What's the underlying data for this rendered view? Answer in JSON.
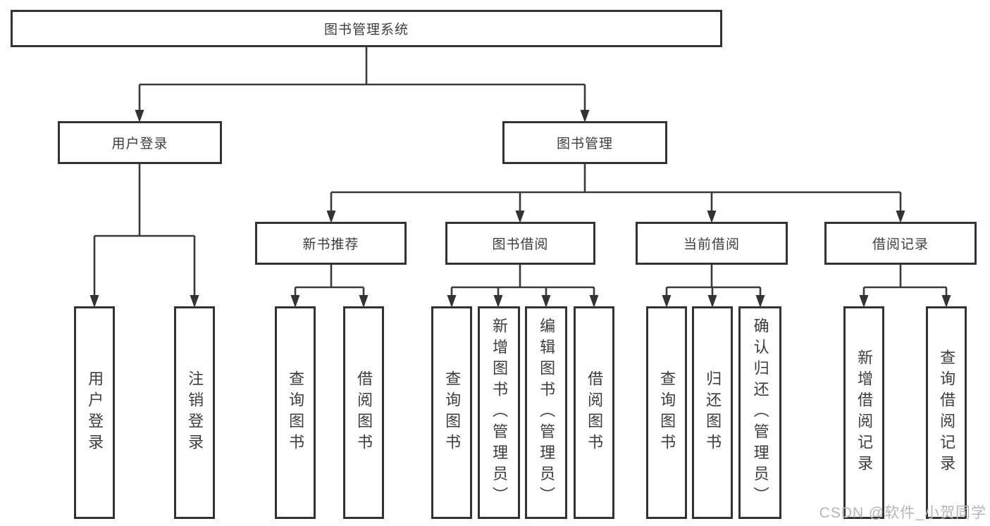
{
  "diagram": {
    "root": {
      "label": "图书管理系统"
    },
    "level2": [
      {
        "label": "用户登录"
      },
      {
        "label": "图书管理"
      }
    ],
    "level3": [
      {
        "label": "新书推荐",
        "parent": "图书管理"
      },
      {
        "label": "图书借阅",
        "parent": "图书管理"
      },
      {
        "label": "当前借阅",
        "parent": "图书管理"
      },
      {
        "label": "借阅记录",
        "parent": "图书管理"
      }
    ],
    "leaves": [
      {
        "label": "用户登录",
        "parent": "用户登录"
      },
      {
        "label": "注销登录",
        "parent": "用户登录"
      },
      {
        "label": "查询图书",
        "parent": "新书推荐"
      },
      {
        "label": "借阅图书",
        "parent": "新书推荐"
      },
      {
        "label": "查询图书",
        "parent": "图书借阅"
      },
      {
        "label": "新增图书（管理员）",
        "parent": "图书借阅"
      },
      {
        "label": "编辑图书（管理员）",
        "parent": "图书借阅"
      },
      {
        "label": "借阅图书",
        "parent": "图书借阅"
      },
      {
        "label": "查询图书",
        "parent": "当前借阅"
      },
      {
        "label": "归还图书",
        "parent": "当前借阅"
      },
      {
        "label": "确认归还（管理员）",
        "parent": "当前借阅"
      },
      {
        "label": "新增借阅记录",
        "parent": "借阅记录"
      },
      {
        "label": "查询借阅记录",
        "parent": "借阅记录"
      }
    ]
  },
  "watermark": {
    "text": "CSDN @软件_小贺同学"
  },
  "colors": {
    "line": "#3a3a3a",
    "box_border": "#333333",
    "text": "#3d3d3d",
    "watermark": "#b5b5b5",
    "background": "#ffffff"
  }
}
